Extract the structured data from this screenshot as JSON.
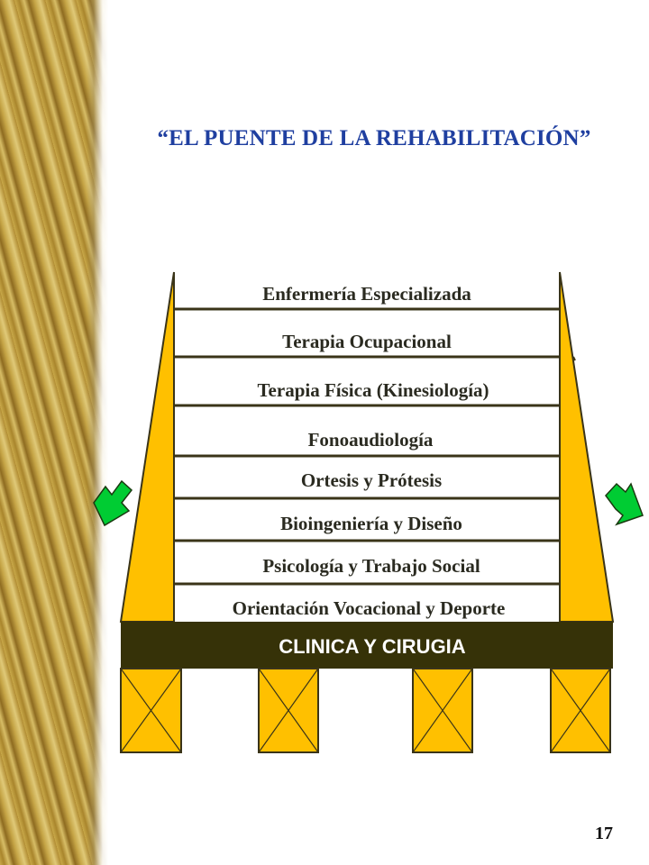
{
  "title": "“EL PUENTE DE LA REHABILITACIÓN”",
  "page_number": "17",
  "base": {
    "label": "CLINICA Y CIRUGIA"
  },
  "levels": [
    "Enfermería Especializada",
    "Terapia Ocupacional",
    "Terapia Física (Kinesiología)",
    "Fonoaudiología",
    "Ortesis y Prótesis",
    "Bioingeniería y Diseño",
    "Psicología y Trabajo Social",
    "Orientación Vocacional y Deporte"
  ],
  "colors": {
    "title": "#1f3fa0",
    "tower": "#ffc000",
    "outline": "#3a3418",
    "base": "#363208",
    "arrow": "#00cc33"
  },
  "icons": [
    "arrow-left-icon",
    "arrow-right-icon"
  ]
}
